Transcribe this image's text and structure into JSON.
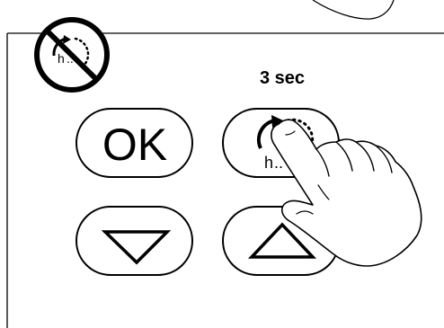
{
  "hold_duration_label": "3 sec",
  "buttons": {
    "ok": {
      "label": "OK"
    },
    "timer": {
      "glyph": "h"
    },
    "down": {
      "icon": "down-triangle-icon"
    },
    "up": {
      "icon": "up-triangle-icon"
    }
  },
  "prohibited_badge": {
    "icon": "no-timer-icon",
    "glyph": "h"
  },
  "hand_gesture": {
    "icon": "pointing-hand-icon",
    "action": "press-and-hold"
  },
  "colors": {
    "stroke": "#000000",
    "background": "#ffffff"
  }
}
